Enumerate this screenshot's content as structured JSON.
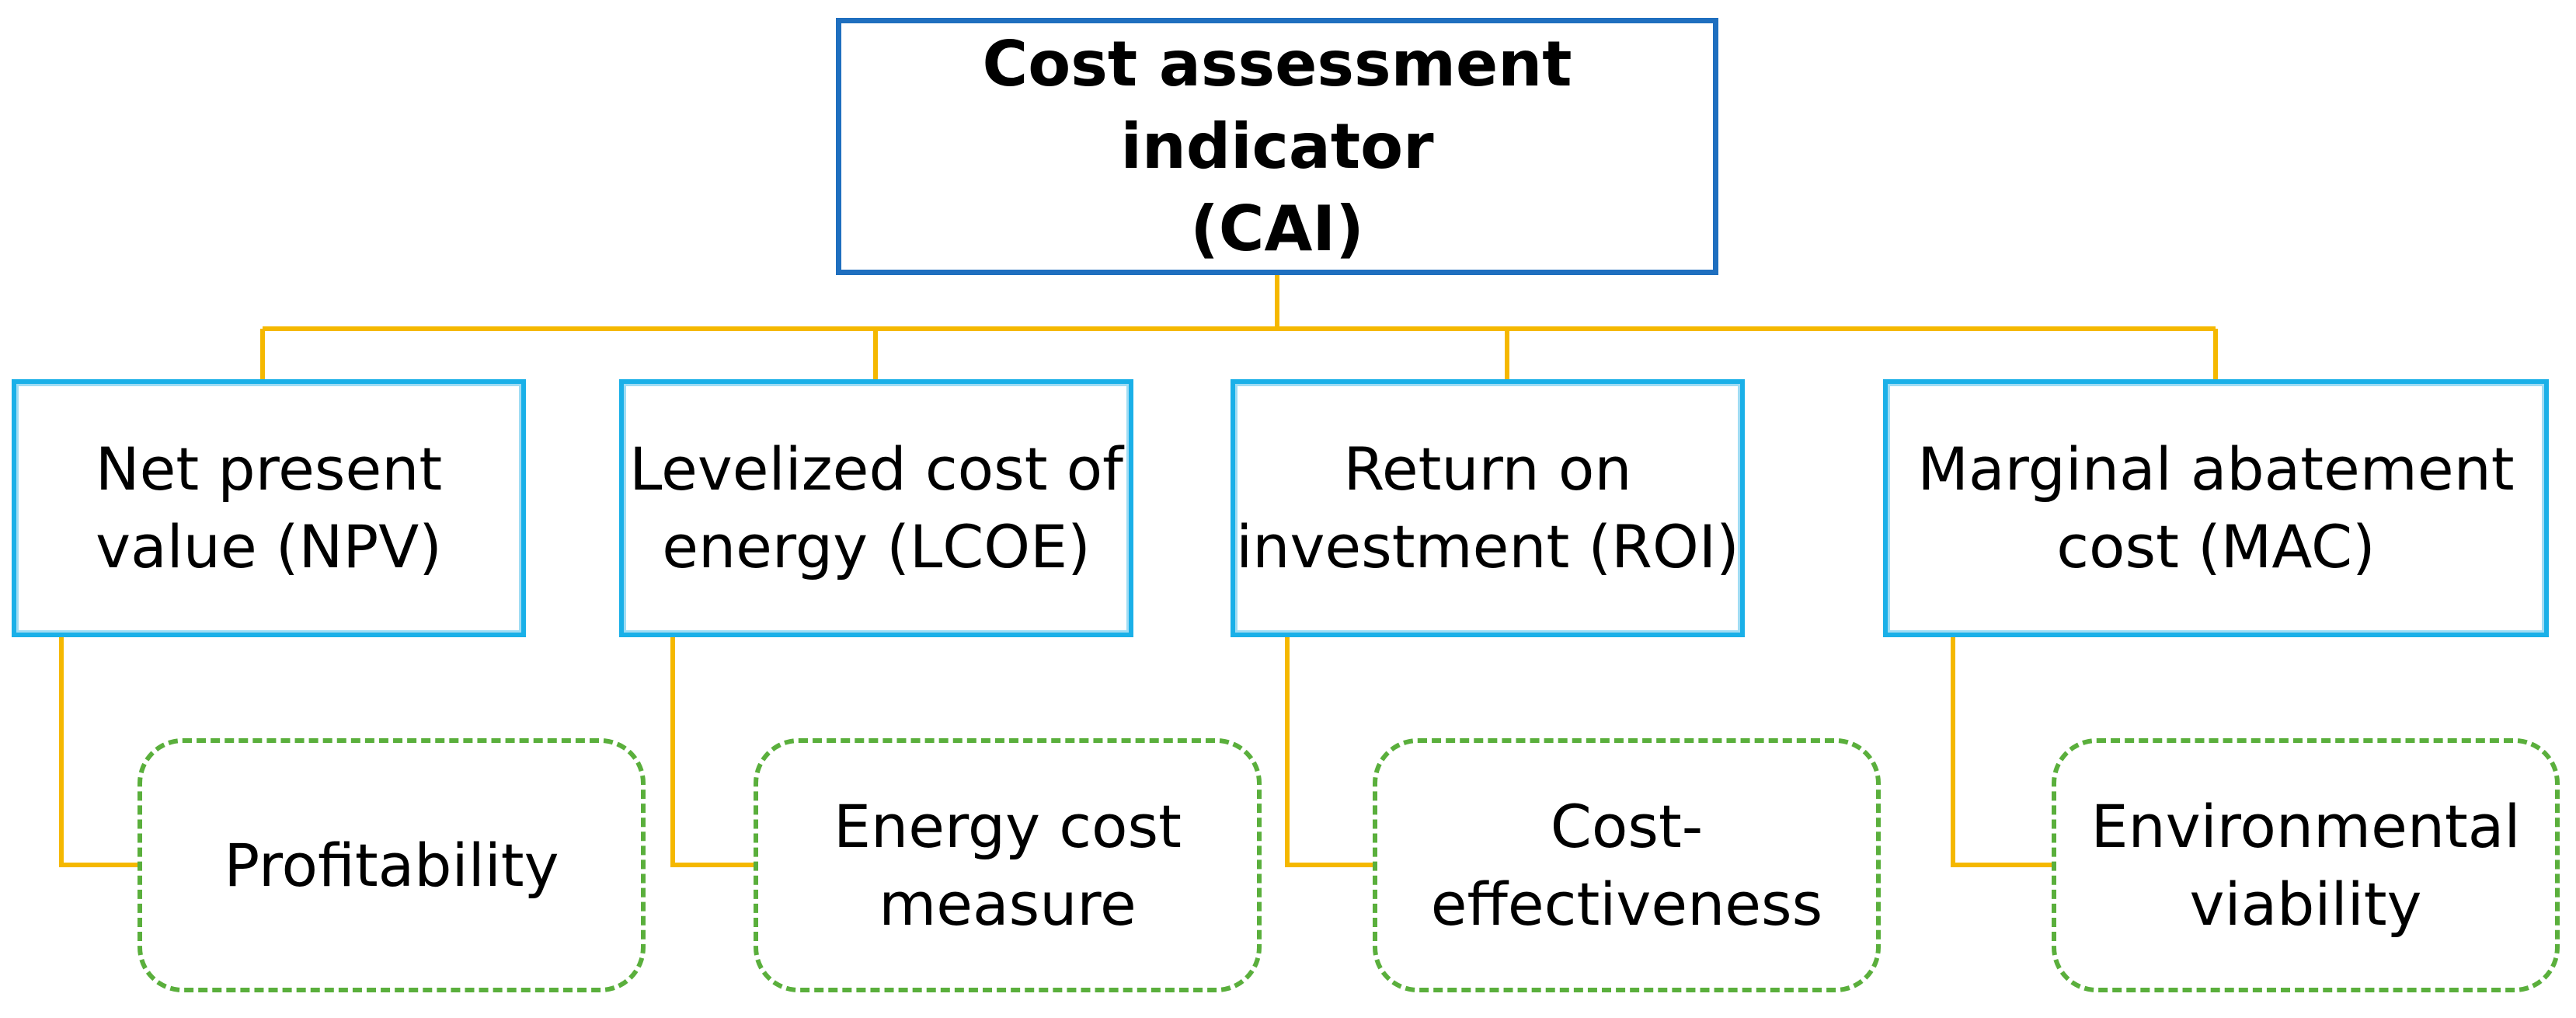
{
  "diagram": {
    "root": {
      "line1": "Cost assessment indicator",
      "line2": "(CAI)"
    },
    "indicators": [
      {
        "line1": "Net present",
        "line2": "value (NPV)"
      },
      {
        "line1": "Levelized cost of",
        "line2": "energy (LCOE)"
      },
      {
        "line1": "Return on",
        "line2": "investment (ROI)"
      },
      {
        "line1": "Marginal abatement",
        "line2": "cost (MAC)"
      }
    ],
    "categories": [
      {
        "line1": "Profitability",
        "line2": ""
      },
      {
        "line1": "Energy cost",
        "line2": "measure"
      },
      {
        "line1": "Cost-",
        "line2": "effectiveness"
      },
      {
        "line1": "Environmental",
        "line2": "viability"
      }
    ]
  },
  "colors": {
    "connector": "#f5b800",
    "root_border": "#1f6fbf",
    "indicator_border": "#1ab0e8",
    "category_border": "#5aaf3c"
  }
}
